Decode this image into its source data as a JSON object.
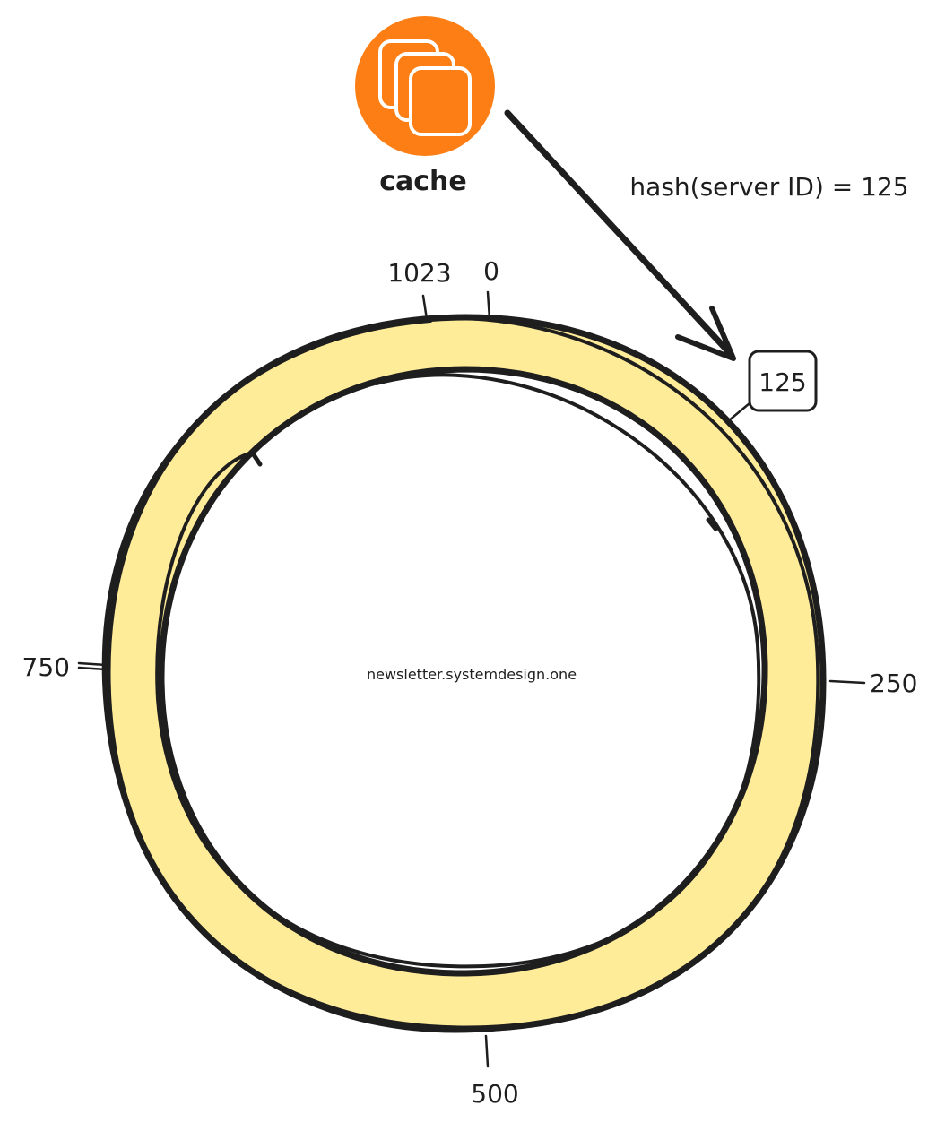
{
  "node": {
    "label": "cache",
    "icon": "cache-stack-icon",
    "color": "#fd7e14"
  },
  "hash_expression": "hash(server ID) = 125",
  "hash_result": "125",
  "ring": {
    "fill_color": "#ffec99",
    "watermark": "newsletter.systemdesign.one",
    "markers": {
      "top_left": "1023",
      "top": "0",
      "right": "250",
      "bottom": "500",
      "left": "750"
    }
  }
}
